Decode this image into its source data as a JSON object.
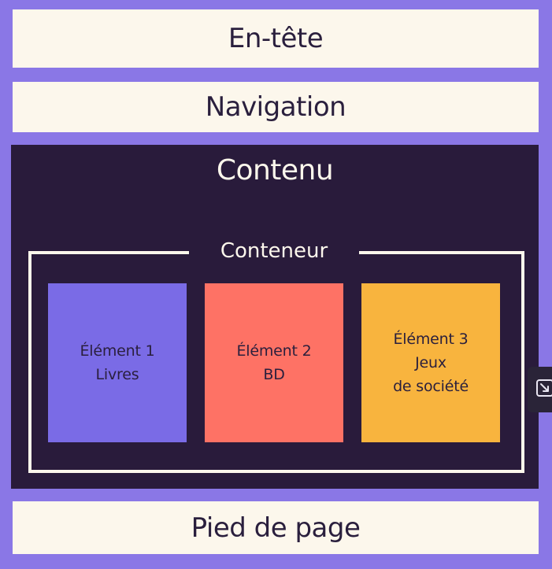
{
  "diagram": {
    "header": "En-tête",
    "navigation": "Navigation",
    "content": {
      "title": "Contenu",
      "container": {
        "label": "Conteneur",
        "items": [
          {
            "lines": [
              "Élément 1",
              "Livres"
            ],
            "color": "#7a6be6"
          },
          {
            "lines": [
              "Élément 2",
              "BD"
            ],
            "color": "#fe7265"
          },
          {
            "lines": [
              "Élément 3",
              "Jeux",
              "de société"
            ],
            "color": "#f8b43e"
          }
        ]
      }
    },
    "footer": "Pied de page"
  },
  "colors": {
    "outer_background": "#8a77e6",
    "band_background": "#fcf7ec",
    "content_background": "#291b3b",
    "text_dark": "#2a1f3d",
    "text_light": "#fcf7ec"
  },
  "side_control": {
    "icon": "arrow-down-right-icon"
  }
}
